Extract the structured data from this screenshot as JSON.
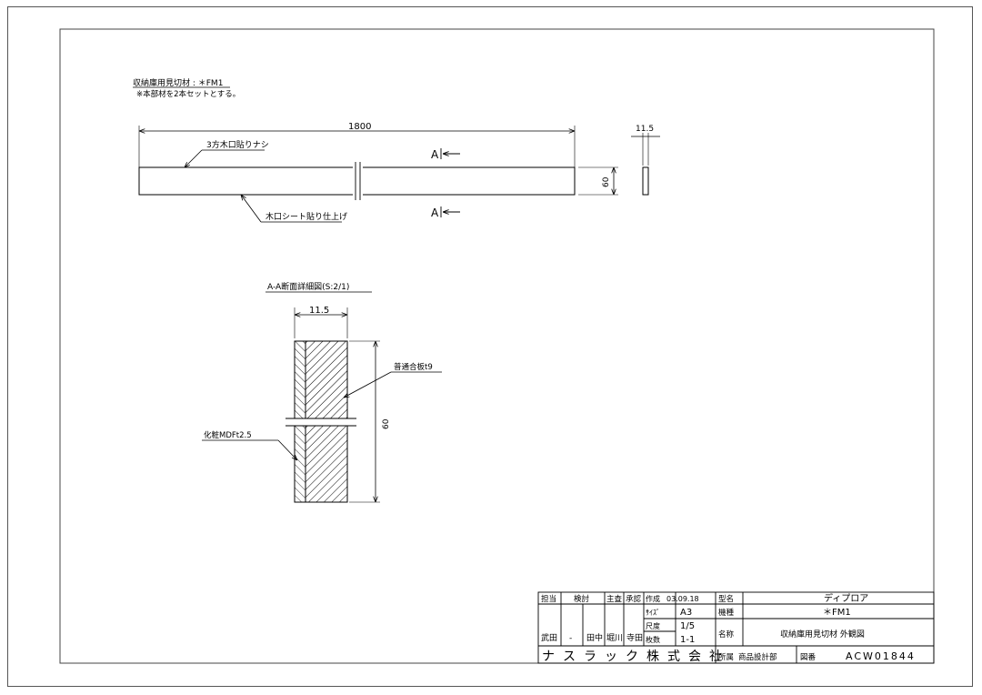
{
  "header": {
    "title": "収納庫用見切材 : ＊FM1",
    "note": "※本部材を2本セットとする。"
  },
  "elevation": {
    "length_dim": "1800",
    "thickness_dim": "11.5",
    "height_dim": "60",
    "label_top": "3方木口貼りナシ",
    "label_bottom": "木口シート貼り仕上げ",
    "section_mark": "A"
  },
  "section": {
    "title": "A-A断面詳細図(S:2/1)",
    "width_dim": "11.5",
    "height_dim": "60",
    "label_core": "普通合板t9",
    "label_face": "化粧MDFt2.5"
  },
  "title_block": {
    "roles": [
      "担当",
      "検討",
      "主査",
      "承認"
    ],
    "names": [
      "武田",
      "-",
      "田中",
      "堀川",
      "寺田"
    ],
    "created_label": "作成",
    "created_value": "03.09.18",
    "size_label": "ｻｲｽﾞ",
    "size_value": "A3",
    "scale_label": "尺度",
    "scale_value": "1/5",
    "sheets_label": "枚数",
    "sheets_value": "1-1",
    "model_label": "型名",
    "model_value": "ディプロア",
    "type_label": "機種",
    "type_value": "＊FM1",
    "name_label": "名称",
    "name_value": "収納庫用見切材 外観図",
    "company": "ナスラック株式会社",
    "dept_label": "所属",
    "dept_value": "商品設計部",
    "drawing_no_label": "図番",
    "drawing_no_value": "ACW01844"
  }
}
